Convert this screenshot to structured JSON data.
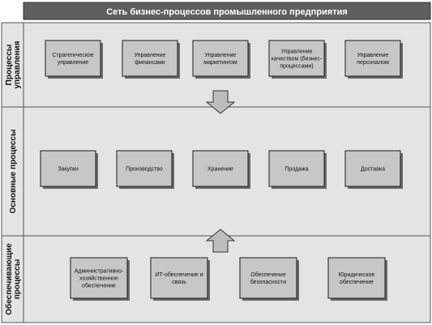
{
  "title": "Сеть бизнес-процессов промышленного предприятия",
  "colors": {
    "title_bg": "#5f5f5f",
    "title_text": "#ffffff",
    "band_bg": "#e4e4e4",
    "box_bg": "#c7c7c7",
    "box_stroke": "#1a1a1a",
    "arrow_fill": "#bdbdbd",
    "text": "#111111"
  },
  "lanes": [
    {
      "label_lines": [
        "Процессы",
        "управления"
      ],
      "boxes": [
        [
          "Стратегическое",
          "управление"
        ],
        [
          "Управление",
          "финансами"
        ],
        [
          "Управление",
          "маркетингом"
        ],
        [
          "Управление",
          "качеством (бизнес-",
          "процессами)"
        ],
        [
          "Управление",
          "персоналом"
        ]
      ]
    },
    {
      "label_lines": [
        "Основные процессы"
      ],
      "boxes": [
        [
          "Закупки"
        ],
        [
          "Производство"
        ],
        [
          "Хранение"
        ],
        [
          "Продажа"
        ],
        [
          "Доставка"
        ]
      ]
    },
    {
      "label_lines": [
        "Обеспечивающие",
        "процессы"
      ],
      "boxes": [
        [
          "Административно-",
          "хозяйственное",
          "обеспечение"
        ],
        [
          "ИТ-обеспечение и",
          "связь"
        ],
        [
          "Обеспечение",
          "безопасности"
        ],
        [
          "Юридическое",
          "обеспечение"
        ]
      ]
    }
  ],
  "arrows": [
    {
      "direction": "down"
    },
    {
      "direction": "up"
    }
  ]
}
